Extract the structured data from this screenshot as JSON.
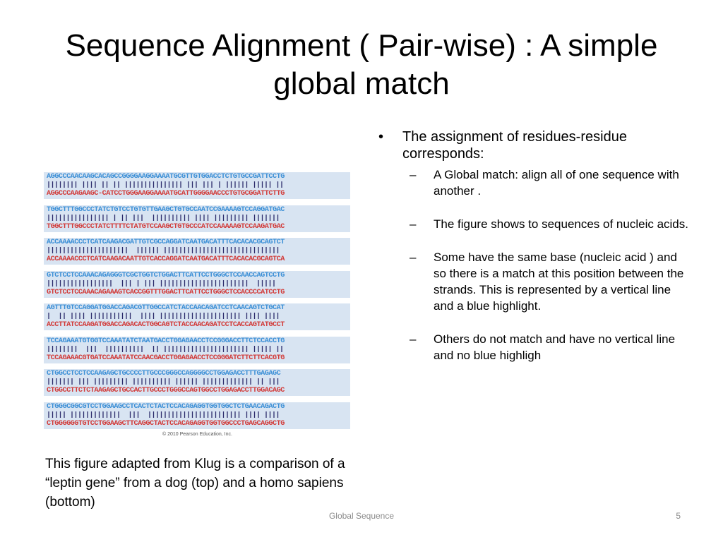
{
  "slide": {
    "title": "Sequence Alignment ( Pair-wise) : A simple global match",
    "bullets": {
      "main": "The assignment of residues-residue corresponds:",
      "sub": [
        "A Global match: align all of one sequence with another .",
        " The figure shows to sequences of nucleic acids.",
        "Some have the same base (nucleic acid )  and so there is a match at this position between the strands. This is represented by a vertical line and a blue highlight.",
        "Others do not match  and have no vertical line and no blue highligh"
      ]
    },
    "caption": "This figure adapted from Klug is a comparison of a “leptin gene” from a dog (top) and a homo sapiens (bottom)",
    "footer": {
      "center": "Global Sequence",
      "page_number": "5"
    }
  },
  "figure": {
    "copyright": "© 2010 Pearson Education, Inc.",
    "alignment_blocks": [
      {
        "dog": "AGGCCCAACAAGCACAGCCGGGGAAGGAAAATGCGTTGTGGACCTCTGTGCCGATTCCTG",
        "match": "|||||||| |||| || || ||||||||||||||| ||| ||| | |||||| ||||| ||",
        "human": "AGGCCCAAGAAGC-CATCCTGGGAAGGAAAATGCATTGGGGAACCCTGTGCGGATTCTTG"
      },
      {
        "dog": "TGGCTTTGGCCCTATCTGTCCTGTGTTGAAGCTGTGCCAATCCGAAAAGTCCAGGATGAC",
        "match": "|||||||||||||||| | || |||  |||||||||| |||| ||||||||| |||||||",
        "human": "TGGCTTTGGCCCTATCTTTTCTATGTCCAAGCTGTGCCCATCCAAAAAGTCCAAGATGAC"
      },
      {
        "dog": "ACCAAAACCCTCATCAAGACGATTGTCGCCAGGATCAATGACATTTCACACACGCAGTCT",
        "match": "|||||||||||||||||||||  |||||| ||||||||||||||||||||||||||||||",
        "human": "ACCAAAACCCTCATCAAGACAATTGTCACCAGGATCAATGACATTTCACACACGCAGTCA"
      },
      {
        "dog": "GTCTCCTCCAAACAGAGGGTCGCTGGTCTGGACTTCATTCCTGGGCTCCAACCAGTCCTG",
        "match": "|||||||||||||||||  ||| | ||| |||||||||||||||||||||||  |||||",
        "human": "GTCTCCTCCAAACAGAAAGTCACCGGTTTGGACTTCATTCCTGGGCTCCACCCCATCCTG"
      },
      {
        "dog": "AGTTTGTCCAGGATGGACCAGACGTTGGCCATCTACCAACAGATCCTCAACAGTCTGCAT",
        "match": "|  || |||| |||||||||||  |||| ||||||||||||||||||||| |||| ||||",
        "human": "ACCTTATCCAAGATGGACCAGACACTGGCAGTCTACCAACAGATCCTCACCAGTATGCCT"
      },
      {
        "dog": "TCCAGAAATGTGGTCCAAATATCTAATGACCTGGAGAACCTCCGGGACCTTCTCCACCTG",
        "match": "||||||||  |||  ||||||||||  || |||||||||||||||||||||| ||||| ||",
        "human": "TCCAGAAACGTGATCCAAATATCCAACGACCTGGAGAACCTCCGGGATCTTCTTCACGTG"
      },
      {
        "dog": "CTGGCCTCCTCCAAGAGCTGCCCCTTGCCCGGGCCAGGGGCCTGGAGACCTTTGAGAGC",
        "match": "||||||| ||| ||||||||| |||||||||| |||||| ||||||||||||| || |||",
        "human": "CTGGCCTTCTCTAAGAGCTGCCACTTGCCCTGGGCCAGTGGCCTGGAGACCTTGGACAGC"
      },
      {
        "dog": "CTGGGCGGCGTCCTGGAAGCCTCACTCTACTCCACAGAGGTGGTGGCTCTGAACAGACTG",
        "match": "||||| |||||||||||||  |||  |||||||||||||||||||||||| |||| ||||",
        "human": "CTGGGGGGTGTCCTGGAAGCTTCAGGCTACTCCACAGAGGTGGTGGCCCTGAGCAGGCTG"
      }
    ]
  }
}
